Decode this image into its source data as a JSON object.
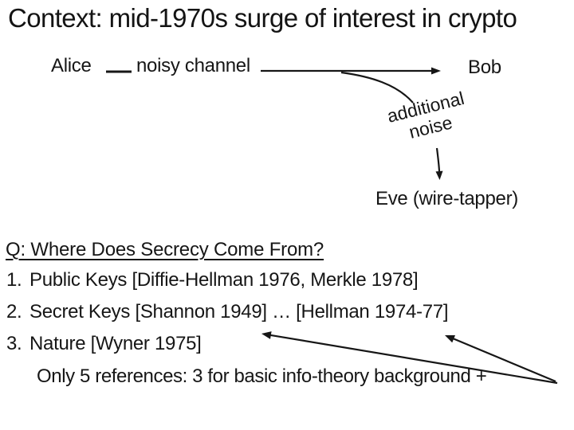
{
  "slide": {
    "title": "Context: mid-1970s surge of interest in crypto",
    "diagram": {
      "alice": "Alice",
      "channel": "noisy channel",
      "bob": "Bob",
      "noise_line1": "additional",
      "noise_line2": "noise",
      "eve": "Eve (wire-tapper)"
    },
    "question": "Q: Where Does Secrecy Come From?",
    "list": [
      {
        "num": "1.",
        "text": "Public Keys [Diffie-Hellman 1976, Merkle 1978]"
      },
      {
        "num": "2.",
        "text": "Secret Keys [Shannon 1949] … [Hellman 1974-77]"
      },
      {
        "num": "3.",
        "text": "Nature [Wyner 1975]"
      }
    ],
    "footnote": "Only 5 references: 3 for basic info-theory background +",
    "colors": {
      "background": "#ffffff",
      "ink": "#161616"
    }
  }
}
